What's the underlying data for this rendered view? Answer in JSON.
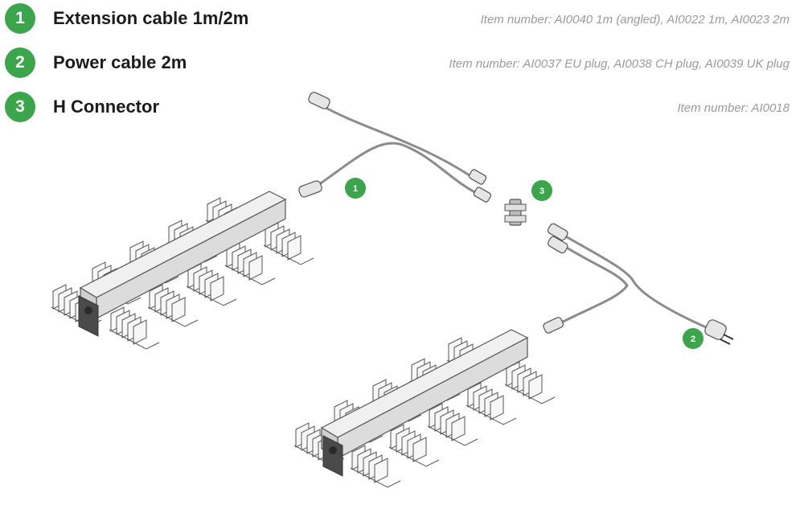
{
  "legend": [
    {
      "number": "1",
      "title": "Extension cable 1m/2m",
      "item_number": "Item number: AI0040 1m (angled), AI0022 1m, AI0023 2m"
    },
    {
      "number": "2",
      "title": "Power cable 2m",
      "item_number": "Item number: AI0037 EU plug, AI0038 CH plug, AI0039 UK plug"
    },
    {
      "number": "3",
      "title": "H Connector",
      "item_number": "Item number: AI0018"
    }
  ],
  "callouts": {
    "extension_cable": "1",
    "power_cable": "2",
    "h_connector": "3"
  },
  "colors": {
    "badge": "#3aa54a",
    "cable": "#8c8c8c",
    "light_bar": "#ededed",
    "outline": "#555555",
    "dark_part": "#4a4a4a"
  }
}
